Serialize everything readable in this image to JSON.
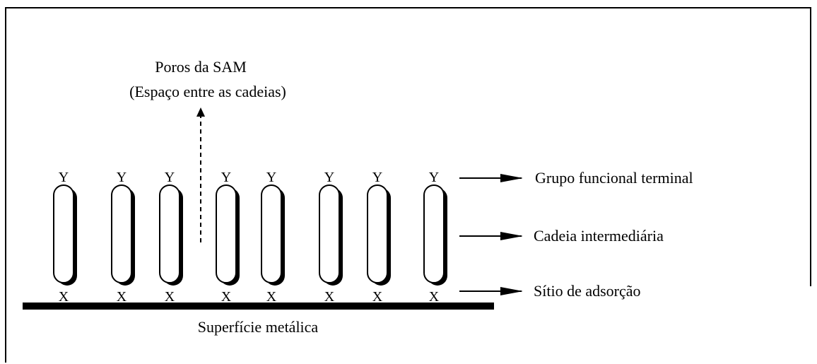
{
  "diagram": {
    "title_line1": "Poros da SAM",
    "title_line2": "(Espaço entre as cadeias)",
    "labels": {
      "terminal_group": "Grupo funcional terminal",
      "intermediate_chain": "Cadeia intermediária",
      "adsorption_site": "Sítio de adsorção",
      "surface": "Superfície metálica"
    },
    "molecule_count": 8,
    "terminal_symbol": "Y",
    "anchor_symbol": "X"
  }
}
